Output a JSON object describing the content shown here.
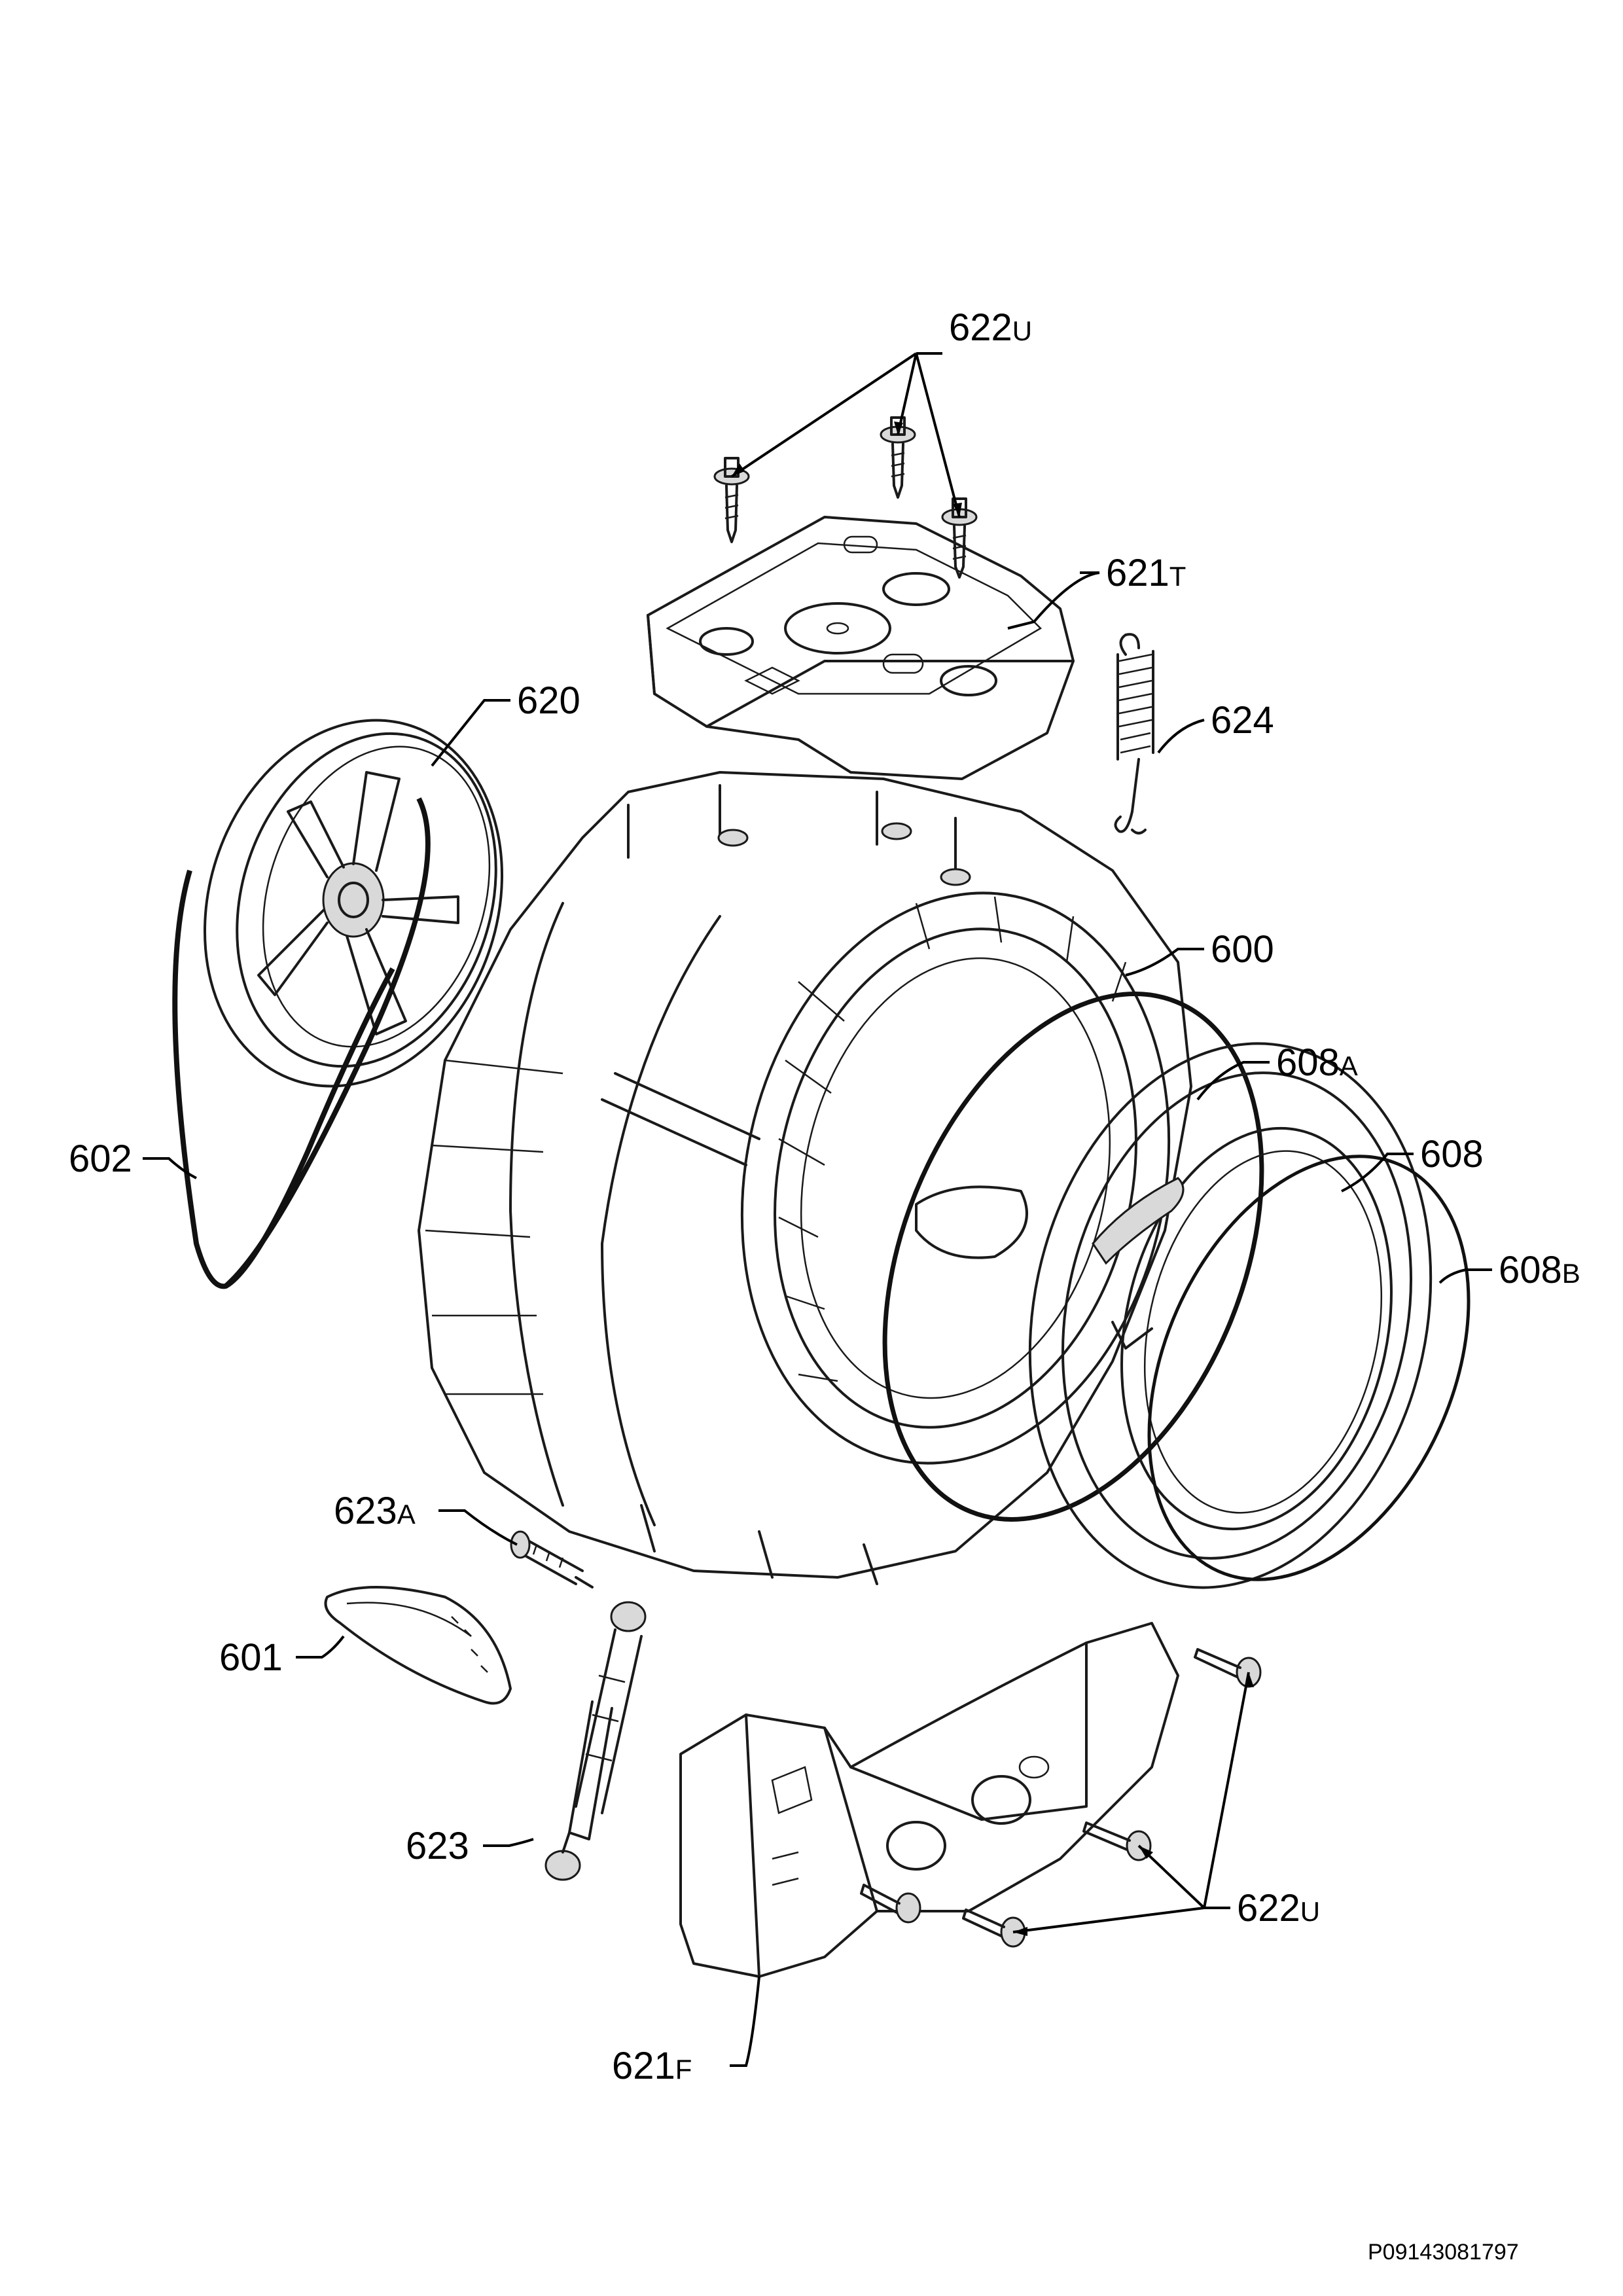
{
  "callouts": {
    "c622u_top": {
      "num": "622",
      "suffix": "U"
    },
    "c621t": {
      "num": "621",
      "suffix": "T"
    },
    "c620": {
      "num": "620",
      "suffix": ""
    },
    "c624": {
      "num": "624",
      "suffix": ""
    },
    "c600": {
      "num": "600",
      "suffix": ""
    },
    "c608a": {
      "num": "608",
      "suffix": "A"
    },
    "c602": {
      "num": "602",
      "suffix": ""
    },
    "c608": {
      "num": "608",
      "suffix": ""
    },
    "c608b": {
      "num": "608",
      "suffix": "B"
    },
    "c623a": {
      "num": "623",
      "suffix": "A"
    },
    "c601": {
      "num": "601",
      "suffix": ""
    },
    "c623": {
      "num": "623",
      "suffix": ""
    },
    "c622u_bottom": {
      "num": "622",
      "suffix": "U"
    },
    "c621f": {
      "num": "621",
      "suffix": "F"
    }
  },
  "document_id": "P09143081797"
}
